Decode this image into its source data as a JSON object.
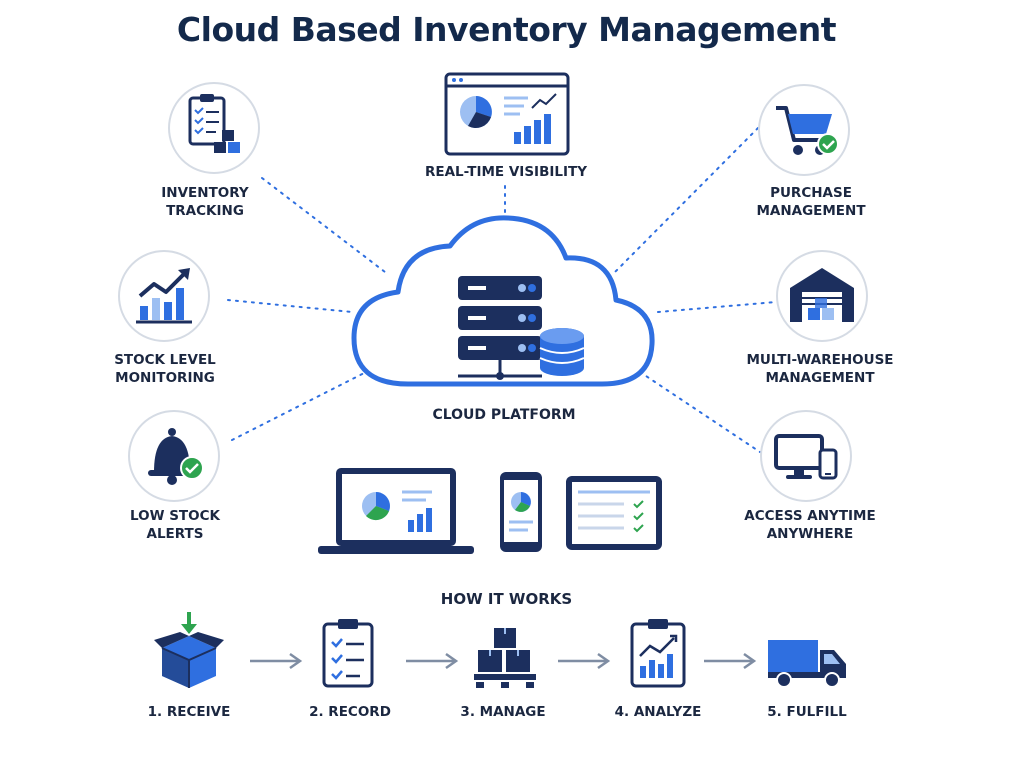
{
  "title": "Cloud Based Inventory Management",
  "center": {
    "label": "CLOUD PLATFORM"
  },
  "features": {
    "inventory_tracking": {
      "line1": "INVENTORY",
      "line2": "TRACKING"
    },
    "real_time_visibility": {
      "line1": "REAL-TIME VISIBILITY"
    },
    "purchase_management": {
      "line1": "PURCHASE",
      "line2": "MANAGEMENT"
    },
    "stock_level_monitoring": {
      "line1": "STOCK LEVEL",
      "line2": "MONITORING"
    },
    "multi_warehouse_management": {
      "line1": "MULTI-WAREHOUSE",
      "line2": "MANAGEMENT"
    },
    "low_stock_alerts": {
      "line1": "LOW STOCK",
      "line2": "ALERTS"
    },
    "access_anytime_anywhere": {
      "line1": "ACCESS ANYTIME",
      "line2": "ANYWHERE"
    }
  },
  "how_it_works": {
    "title": "HOW IT WORKS",
    "steps": [
      {
        "label": "1. RECEIVE",
        "icon": "box-receive-icon"
      },
      {
        "label": "2. RECORD",
        "icon": "clipboard-checklist-icon"
      },
      {
        "label": "3. MANAGE",
        "icon": "pallet-boxes-icon"
      },
      {
        "label": "4. ANALYZE",
        "icon": "clipboard-chart-icon"
      },
      {
        "label": "5. FULFILL",
        "icon": "delivery-truck-icon"
      }
    ]
  },
  "colors": {
    "navy": "#1c2f5e",
    "blue": "#2f6fe0",
    "light_blue": "#9dbff2",
    "green": "#2ea44f",
    "text": "#1b2740"
  }
}
